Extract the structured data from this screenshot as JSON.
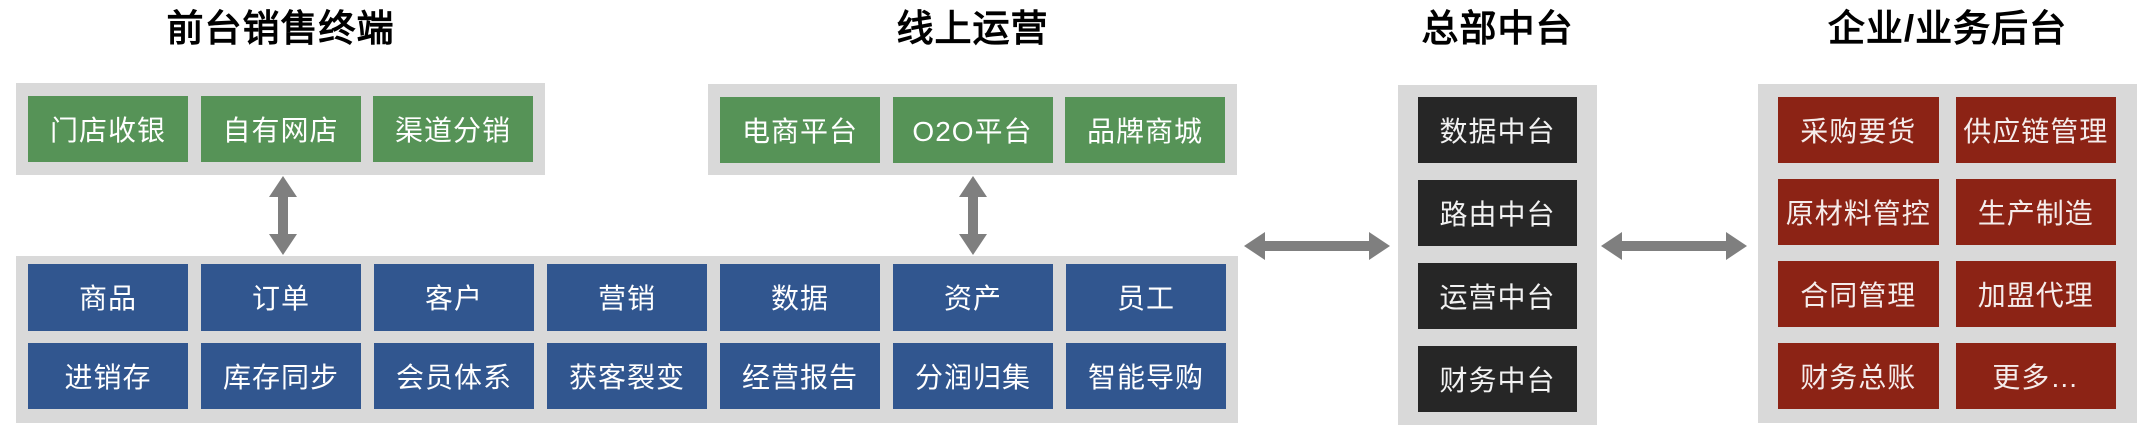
{
  "colors": {
    "panel_gray": "#d9d9d9",
    "green_box": "#569357",
    "blue_box": "#31568f",
    "dark_box": "#262626",
    "red_box": "#8c2315",
    "arrow_gray": "#7f7f7f",
    "title_text": "#000000",
    "box_text": "#ffffff"
  },
  "sections": {
    "front_terminal": {
      "title": "前台销售终端",
      "boxes": [
        "门店收银",
        "自有网店",
        "渠道分销"
      ]
    },
    "online_operations": {
      "title": "线上运营",
      "boxes": [
        "电商平台",
        "O2O平台",
        "品牌商城"
      ]
    },
    "capability_platform": {
      "row1": [
        "商品",
        "订单",
        "客户",
        "营销",
        "数据",
        "资产",
        "员工"
      ],
      "row2": [
        "进销存",
        "库存同步",
        "会员体系",
        "获客裂变",
        "经营报告",
        "分润归集",
        "智能导购"
      ]
    },
    "headquarters_middle": {
      "title": "总部中台",
      "boxes": [
        "数据中台",
        "路由中台",
        "运营中台",
        "财务中台"
      ]
    },
    "enterprise_backend": {
      "title": "企业/业务后台",
      "boxes": [
        "采购要货",
        "供应链管理",
        "原材料管控",
        "生产制造",
        "合同管理",
        "加盟代理",
        "财务总账",
        "更多…"
      ]
    }
  },
  "icons": {
    "vertical_link": "double-arrow-vertical",
    "horizontal_link": "double-arrow-horizontal"
  }
}
